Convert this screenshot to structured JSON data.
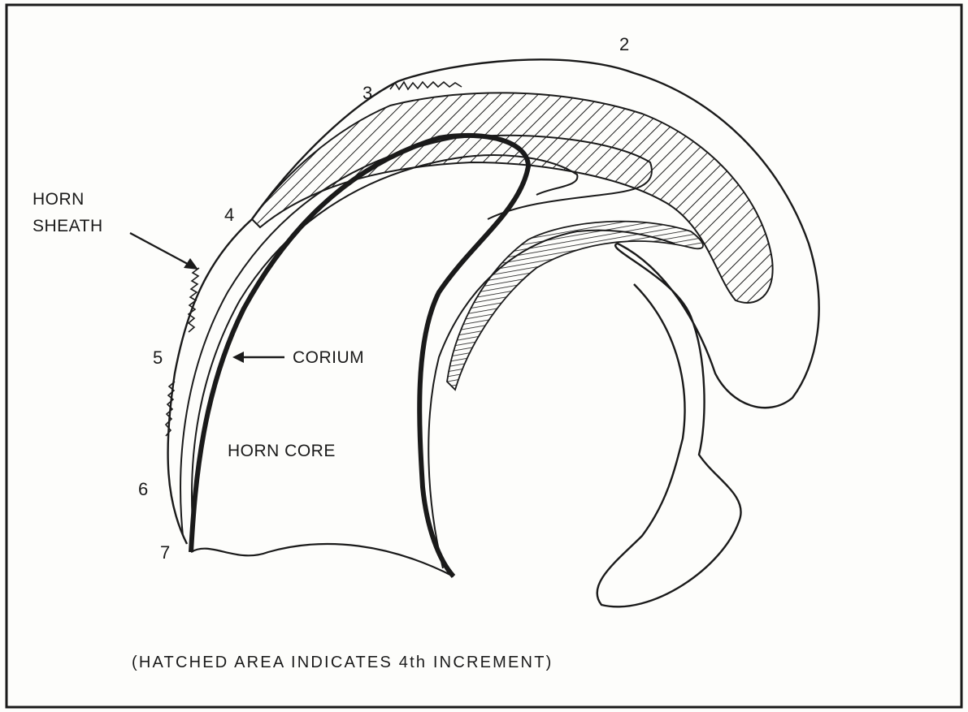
{
  "figure": {
    "labels": {
      "horn_sheath_line1": "HORN",
      "horn_sheath_line2": "SHEATH",
      "corium": "CORIUM",
      "horn_core": "HORN CORE"
    },
    "increment_numbers": [
      "2",
      "3",
      "4",
      "5",
      "6",
      "7"
    ],
    "caption": "(HATCHED AREA INDICATES 4th INCREMENT)",
    "colors": {
      "ink": "#1a1a1a",
      "paper": "#fdfdfb"
    }
  }
}
